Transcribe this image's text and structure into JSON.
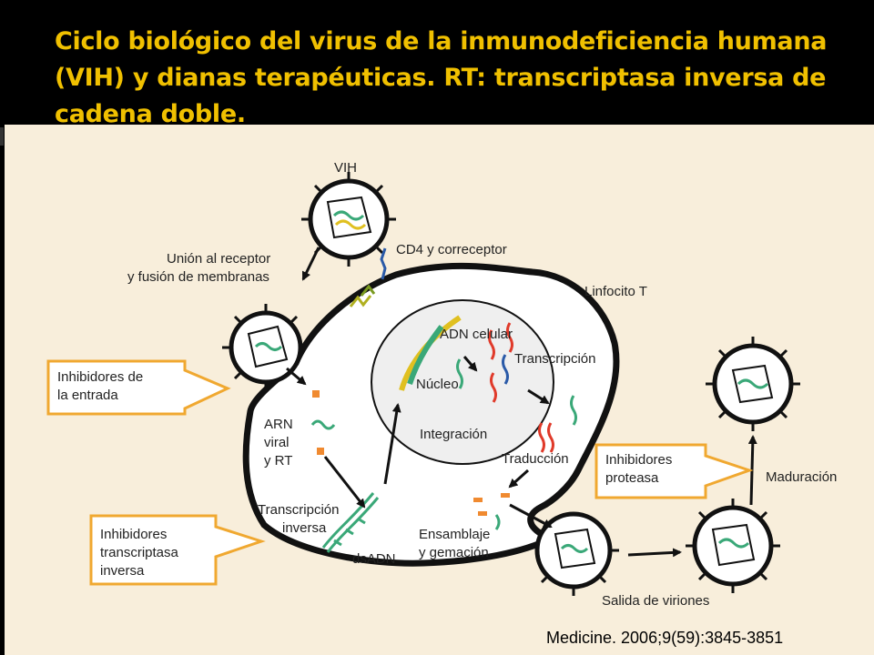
{
  "slide": {
    "title": "Ciclo biológico del virus de la inmunodeficiencia humana (VIH) y dianas terapéuticas. RT: transcriptasa inversa de cadena doble.",
    "citation": "Medicine. 2006;9(59):3845-3851"
  },
  "diagram": {
    "labels": {
      "vih": "VIH",
      "union_line1": "Unión al receptor",
      "union_line2": "y fusión de membranas",
      "cd4": "CD4 y correceptor",
      "linfocito": "Linfocito T",
      "adn_celular": "ADN celular",
      "transcripcion": "Transcripción",
      "nucleo": "Núcleo",
      "integracion": "Integración",
      "arn_line1": "ARN",
      "arn_line2": "viral",
      "arn_line3": "y RT",
      "transcripcion_inversa_line1": "Transcripción",
      "transcripcion_inversa_line2": "inversa",
      "dsadn": "dsADN",
      "traduccion": "Traducción",
      "ensamblaje_line1": "Ensamblaje",
      "ensamblaje_line2": "y gemación",
      "salida": "Salida de viriones",
      "maduracion": "Maduración"
    },
    "callouts": {
      "entrada_line1": "Inhibidores de",
      "entrada_line2": "la entrada",
      "proteasa_line1": "Inhibidores",
      "proteasa_line2": "proteasa",
      "rt_line1": "Inhibidores",
      "rt_line2": "transcriptasa",
      "rt_line3": "inversa"
    },
    "colors": {
      "callout_border": "#f0a830",
      "figure_background": "#f8eedb",
      "strand_green": "#3aa878",
      "strand_yellow": "#e0c020",
      "strand_red": "#e03a2a",
      "strand_blue": "#2a5aa8",
      "protein_orange": "#f08a30"
    }
  }
}
